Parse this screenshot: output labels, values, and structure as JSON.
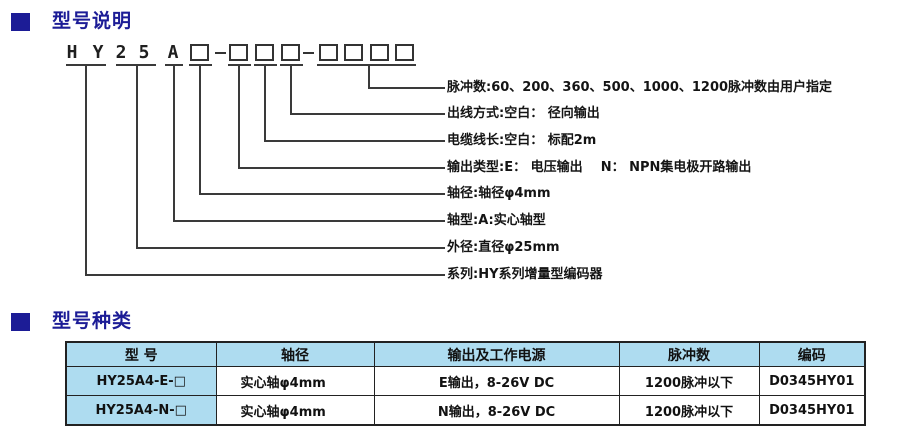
{
  "colors": {
    "heading_blue": "#1c1c96",
    "line_gray": "#3a3a3a",
    "table_header_bg": "#aedcf0",
    "table_border": "#222222"
  },
  "section1": {
    "title": "型号说明"
  },
  "section2": {
    "title": "型号种类"
  },
  "diagram": {
    "code_chars": [
      "H",
      "Y",
      "2",
      "5",
      "A"
    ],
    "dash": "",
    "annotations": [
      {
        "label": "脉冲数:60、200、360、500、1000、1200脉冲数由用户指定"
      },
      {
        "label": "出线方式:空白： 径向输出"
      },
      {
        "label": "电缆线长:空白： 标配2m"
      },
      {
        "label": "输出类型:E： 电压输出    N： NPN集电极开路输出"
      },
      {
        "label": "轴径:轴径φ4mm"
      },
      {
        "label": "轴型:A:实心轴型"
      },
      {
        "label": "外径:直径φ25mm"
      },
      {
        "label": "系列:HY系列增量型编码器"
      }
    ]
  },
  "table": {
    "headers": [
      "型 号",
      "轴径",
      "输出及工作电源",
      "脉冲数",
      "编码"
    ],
    "rows": [
      {
        "cells": [
          "HY25A4-E-□",
          "实心轴φ4mm",
          "E输出，8-26V DC",
          "1200脉冲以下",
          "D0345HY01"
        ]
      },
      {
        "cells": [
          "HY25A4-N-□",
          "实心轴φ4mm",
          "N输出，8-26V DC",
          "1200脉冲以下",
          "D0345HY01"
        ]
      }
    ]
  }
}
